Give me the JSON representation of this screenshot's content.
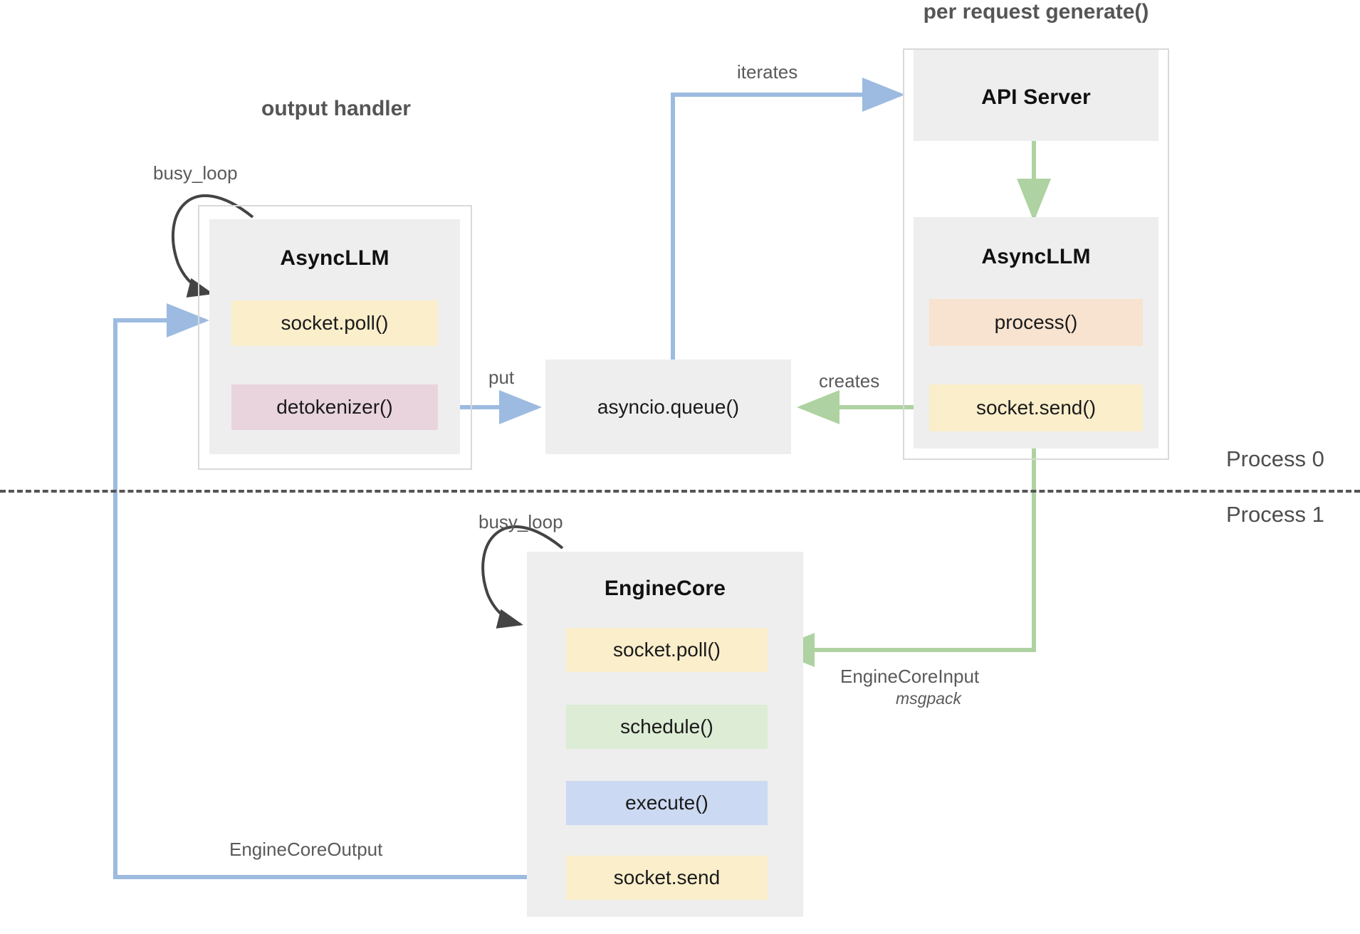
{
  "diagram": {
    "title_left": "output handler",
    "title_right": "per request generate()",
    "process_labels": [
      "Process 0",
      "Process 1"
    ],
    "colors": {
      "panel_gray": "#eeeeee",
      "frame_border": "#d9d9d9",
      "yellow": "#faeecb",
      "pink": "#e9d4de",
      "peach": "#f8e3d0",
      "green": "#dcecd5",
      "blue": "#ccd9f2",
      "arrow_blue": "#9dbbe0",
      "arrow_green": "#aed2a1",
      "arrow_black": "#444444",
      "text_dark": "#1a1a1a",
      "text_gray": "#555555"
    }
  },
  "output_handler": {
    "panel_title": "AsyncLLM",
    "boxes": [
      {
        "label": "socket.poll()",
        "color": "yellow"
      },
      {
        "label": "detokenizer()",
        "color": "pink"
      }
    ],
    "loop_label": "busy_loop"
  },
  "queue": {
    "label": "asyncio.queue()"
  },
  "per_request": {
    "api_server_title": "API Server",
    "panel_title": "AsyncLLM",
    "boxes": [
      {
        "label": "process()",
        "color": "peach"
      },
      {
        "label": "socket.send()",
        "color": "yellow"
      }
    ]
  },
  "engine_core": {
    "panel_title": "EngineCore",
    "loop_label": "busy_loop",
    "boxes": [
      {
        "label": "socket.poll()",
        "color": "yellow"
      },
      {
        "label": "schedule()",
        "color": "green"
      },
      {
        "label": "execute()",
        "color": "blue"
      },
      {
        "label": "socket.send",
        "color": "yellow"
      }
    ]
  },
  "edges": [
    {
      "id": "iterates",
      "label": "iterates",
      "color": "blue"
    },
    {
      "id": "put",
      "label": "put",
      "color": "blue"
    },
    {
      "id": "creates",
      "label": "creates",
      "color": "green"
    },
    {
      "id": "engine-core-input",
      "label": "EngineCoreInput",
      "sublabel": "msgpack",
      "color": "green"
    },
    {
      "id": "engine-core-output",
      "label": "EngineCoreOutput",
      "color": "blue"
    }
  ]
}
